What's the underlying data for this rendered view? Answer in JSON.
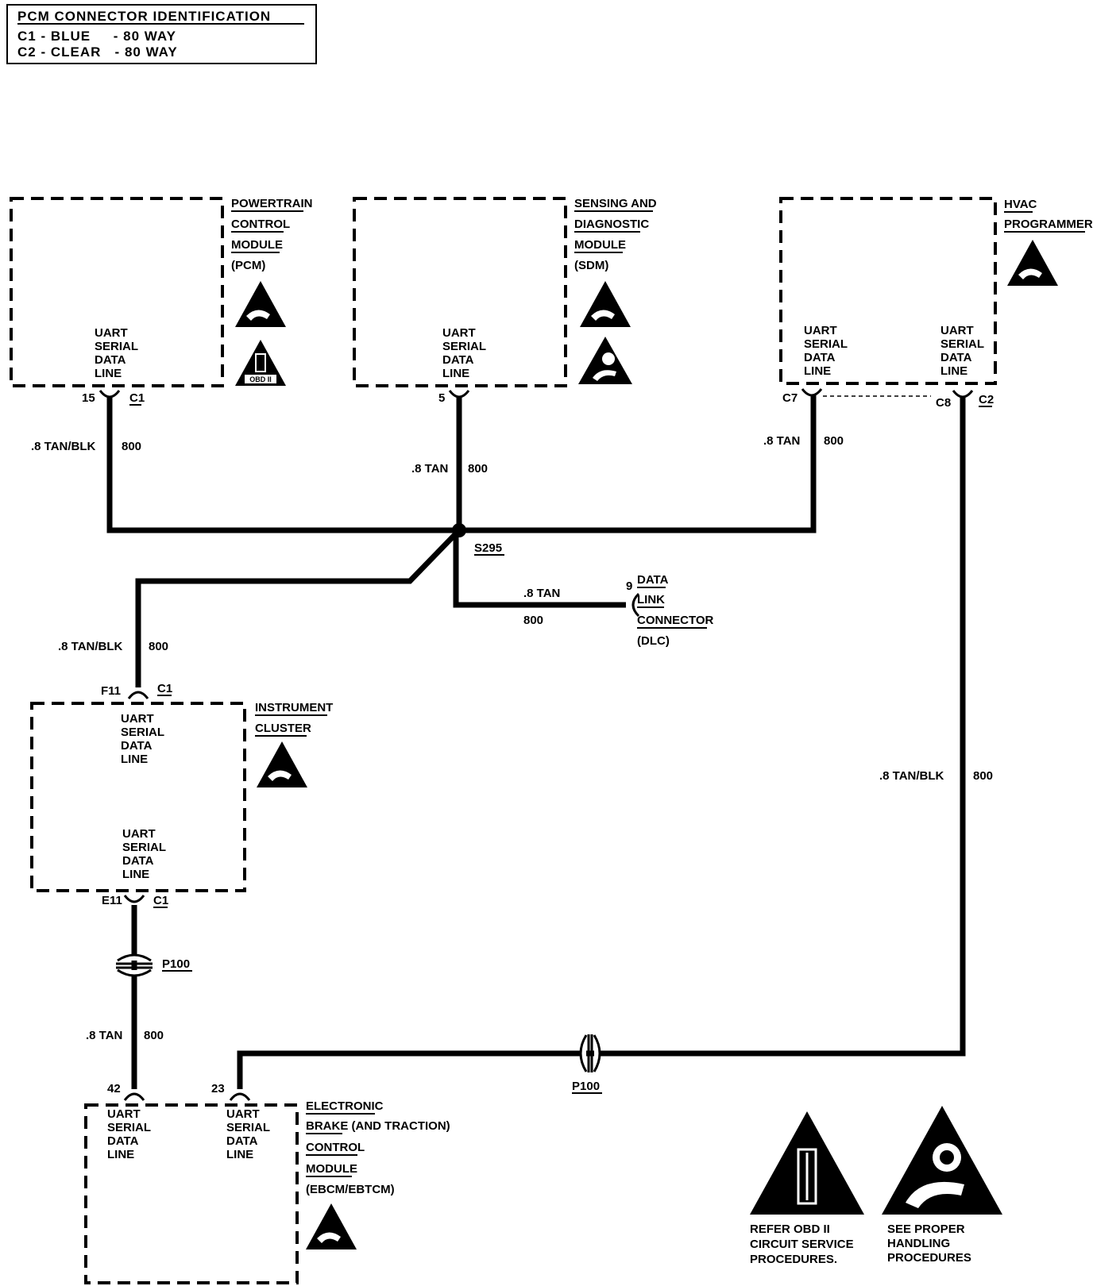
{
  "header": {
    "title": "PCM CONNECTOR IDENTIFICATION",
    "rows": [
      "C1 - BLUE     - 80 WAY",
      "C2 - CLEAR   - 80 WAY"
    ]
  },
  "modules": {
    "pcm": {
      "lines": [
        "POWERTRAIN",
        "CONTROL",
        "MODULE",
        "(PCM)"
      ],
      "uart": [
        "UART",
        "SERIAL",
        "DATA",
        "LINE"
      ],
      "pin": "15",
      "conn": "C1"
    },
    "sdm": {
      "lines": [
        "SENSING AND",
        "DIAGNOSTIC",
        "MODULE",
        "(SDM)"
      ],
      "uart": [
        "UART",
        "SERIAL",
        "DATA",
        "LINE"
      ],
      "pin": "5"
    },
    "hvac": {
      "lines": [
        "HVAC",
        "PROGRAMMER"
      ],
      "uart_a": [
        "UART",
        "SERIAL",
        "DATA",
        "LINE"
      ],
      "uart_b": [
        "UART",
        "SERIAL",
        "DATA",
        "LINE"
      ],
      "pin_a": "C7",
      "pin_b": "C8",
      "conn": "C2"
    },
    "cluster": {
      "lines": [
        "INSTRUMENT",
        "CLUSTER"
      ],
      "uart_top": [
        "UART",
        "SERIAL",
        "DATA",
        "LINE"
      ],
      "uart_bottom": [
        "UART",
        "SERIAL",
        "DATA",
        "LINE"
      ],
      "pin_top": "F11",
      "pin_bottom": "E11",
      "conn": "C1"
    },
    "ebcm": {
      "lines": [
        "ELECTRONIC",
        "BRAKE (AND TRACTION)",
        "CONTROL",
        "MODULE",
        "(EBCM/EBTCM)"
      ],
      "uart_a": [
        "UART",
        "SERIAL",
        "DATA",
        "LINE"
      ],
      "uart_b": [
        "UART",
        "SERIAL",
        "DATA",
        "LINE"
      ],
      "pin_a": "42",
      "pin_b": "23"
    },
    "dlc": {
      "lines": [
        "DATA",
        "LINK",
        "CONNECTOR",
        "(DLC)"
      ],
      "pin": "9"
    }
  },
  "wires": {
    "pcm_color": ".8 TAN/BLK",
    "pcm_circuit": "800",
    "sdm_color": ".8 TAN",
    "sdm_circuit": "800",
    "hvac_color": ".8 TAN",
    "hvac_circuit": "800",
    "cluster_color": ".8 TAN/BLK",
    "cluster_circuit": "800",
    "dlc_color": ".8 TAN",
    "dlc_circuit": "800",
    "ebcm_color": ".8 TAN",
    "ebcm_circuit": "800",
    "right_color": ".8 TAN/BLK",
    "right_circuit": "800"
  },
  "splice": "S295",
  "inline_connector_a": "P100",
  "inline_connector_b": "P100",
  "legend": {
    "obd_note": [
      "REFER OBD II",
      "CIRCUIT SERVICE",
      "PROCEDURES."
    ],
    "esd_note": [
      "SEE PROPER",
      "HANDLING",
      "PROCEDURES"
    ]
  }
}
